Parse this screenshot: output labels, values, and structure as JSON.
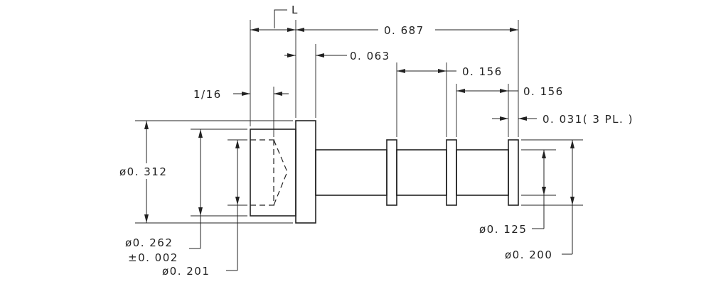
{
  "dimensions": {
    "datum_label": "L",
    "overall_length": "0. 687",
    "head_thickness": "0. 063",
    "counterbore_depth": "1/16",
    "spacing_1": "0. 156",
    "spacing_2": "0. 156",
    "collar_width": "0. 031( 3  PL. )",
    "head_diameter": "ø0. 312",
    "bore_diameter_line1": "ø0. 262",
    "bore_diameter_line2": "±0. 002",
    "inner_diameter": "ø0. 201",
    "shaft_diameter": "ø0. 125",
    "collar_diameter": "ø0. 200"
  },
  "colors": {
    "ink": "#222222",
    "paper": "#ffffff"
  }
}
